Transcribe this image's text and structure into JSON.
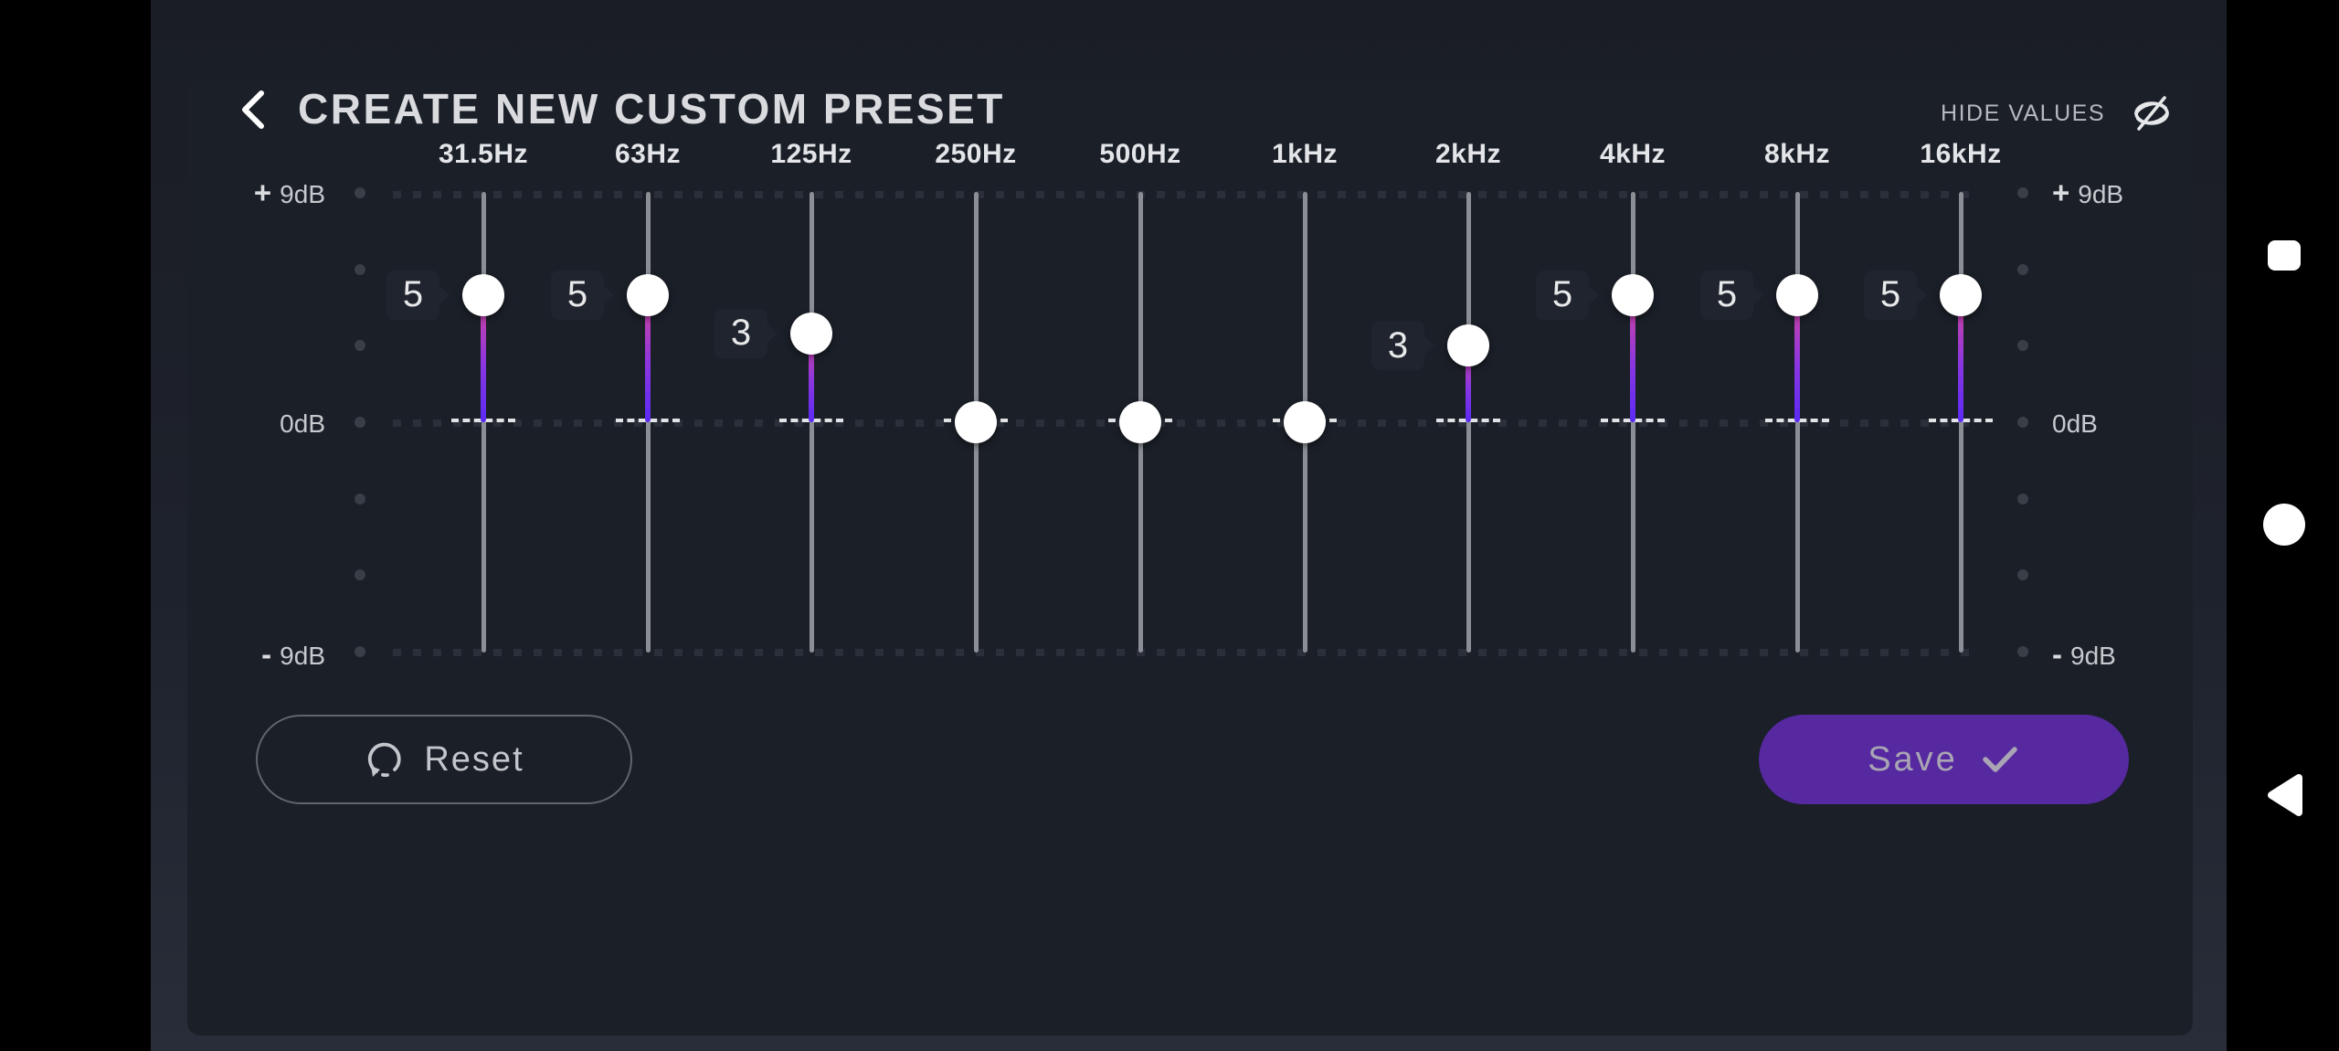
{
  "header": {
    "title": "CREATE NEW CUSTOM PRESET",
    "back_icon": "chevron-left-icon",
    "hide_values_label": "HIDE VALUES",
    "hide_values_icon": "eye-off-icon"
  },
  "equalizer": {
    "scale": {
      "max_label_sign": "+",
      "max_label": "9dB",
      "zero_label": "0dB",
      "min_label_sign": "-",
      "min_label": "9dB",
      "max_db": 9,
      "min_db": -9,
      "dot_step_db": 3
    },
    "bands": [
      {
        "freq": "31.5Hz",
        "db": 5,
        "value_label": "5"
      },
      {
        "freq": "63Hz",
        "db": 5,
        "value_label": "5"
      },
      {
        "freq": "125Hz",
        "db": 3.5,
        "value_label": "3"
      },
      {
        "freq": "250Hz",
        "db": 0,
        "value_label": ""
      },
      {
        "freq": "500Hz",
        "db": 0,
        "value_label": ""
      },
      {
        "freq": "1kHz",
        "db": 0,
        "value_label": ""
      },
      {
        "freq": "2kHz",
        "db": 3,
        "value_label": "3"
      },
      {
        "freq": "4kHz",
        "db": 5,
        "value_label": "5"
      },
      {
        "freq": "8kHz",
        "db": 5,
        "value_label": "5"
      },
      {
        "freq": "16kHz",
        "db": 5,
        "value_label": "5"
      }
    ]
  },
  "actions": {
    "reset_label": "Reset",
    "reset_icon": "reset-rotate-ccw-icon",
    "save_label": "Save",
    "save_icon": "checkmark-icon"
  },
  "nav_bar": {
    "recents_icon": "recents-square-icon",
    "home_icon": "home-circle-icon",
    "back_icon": "back-triangle-icon"
  },
  "colors": {
    "accent_purple": "#5629a0",
    "slider_fill_top": "#d6459c",
    "slider_fill_bottom": "#5b2af5",
    "track_gray": "#8b8e94",
    "panel_bg": "#1b1f28",
    "bezel": "#000000",
    "thumb": "#ffffff"
  }
}
